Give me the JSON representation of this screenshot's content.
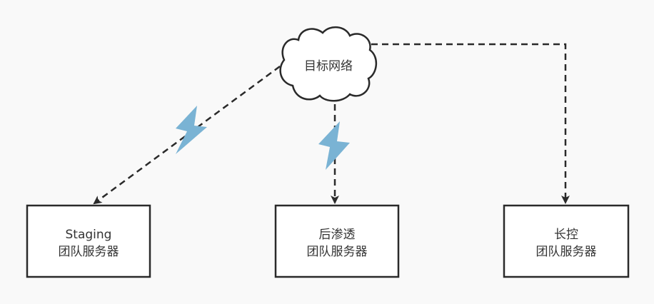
{
  "diagram": {
    "cloud": {
      "label": "目标网络"
    },
    "servers": [
      {
        "id": "staging",
        "line1": "Staging",
        "line2": "团队服务器"
      },
      {
        "id": "post-exploitation",
        "line1": "后渗透",
        "line2": "团队服务器"
      },
      {
        "id": "long-term-control",
        "line1": "长控",
        "line2": "团队服务器"
      }
    ],
    "icons": [
      "lightning-icon",
      "lightning-icon"
    ],
    "colors": {
      "background": "#f9f9f9",
      "stroke": "#2a2a2a",
      "lightning": "#7ab3d4",
      "text": "#333333"
    }
  }
}
